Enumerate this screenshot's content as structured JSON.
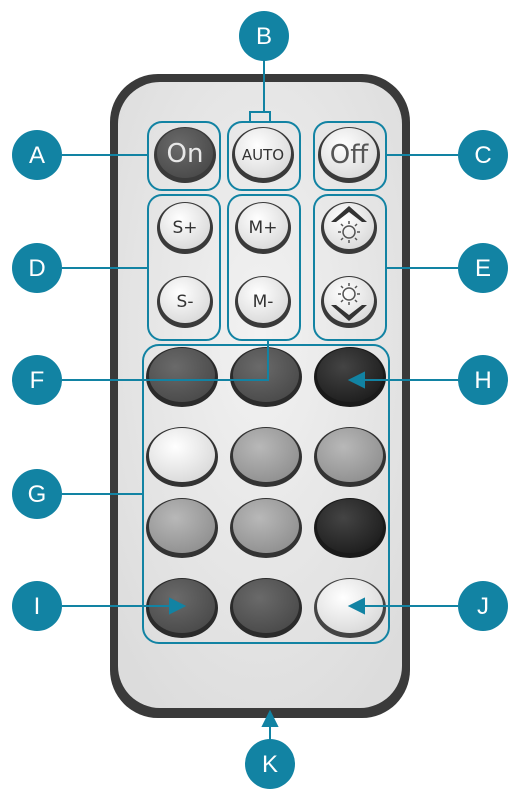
{
  "buttons": {
    "on": "On",
    "auto": "AUTO",
    "off": "Off",
    "speed_up": "S+",
    "speed_down": "S-",
    "mode_up": "M+",
    "mode_down": "M-"
  },
  "callouts": [
    "A",
    "B",
    "C",
    "D",
    "E",
    "F",
    "G",
    "H",
    "I",
    "J",
    "K"
  ],
  "colors": {
    "callout": "#1283a3",
    "remote_body": "#e6e6e6",
    "button_light": "#eeeeee",
    "button_gray": "#8a8a8a",
    "button_dark": "#333333"
  }
}
